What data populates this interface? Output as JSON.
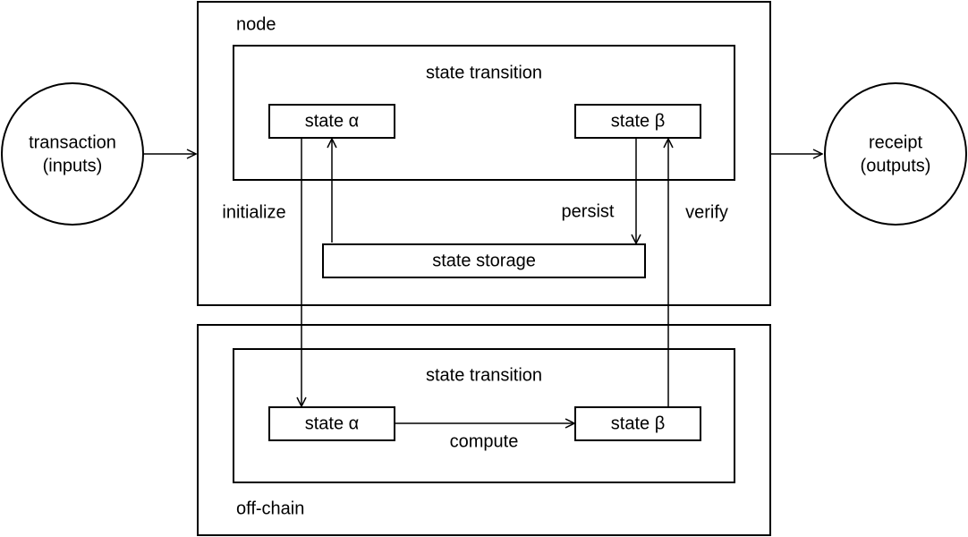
{
  "colors": {
    "stroke": "#000000",
    "background": "#ffffff"
  },
  "diagram": {
    "input": {
      "line1": "transaction",
      "line2": "(inputs)"
    },
    "output": {
      "line1": "receipt",
      "line2": "(outputs)"
    },
    "node_group": {
      "label": "node",
      "transition_label": "state transition",
      "state_alpha": "state α",
      "state_beta": "state β",
      "storage": "state storage",
      "initialize_label": "initialize",
      "persist_label": "persist",
      "verify_label": "verify"
    },
    "offchain_group": {
      "label": "off-chain",
      "transition_label": "state transition",
      "state_alpha": "state α",
      "state_beta": "state β",
      "compute_label": "compute"
    }
  }
}
